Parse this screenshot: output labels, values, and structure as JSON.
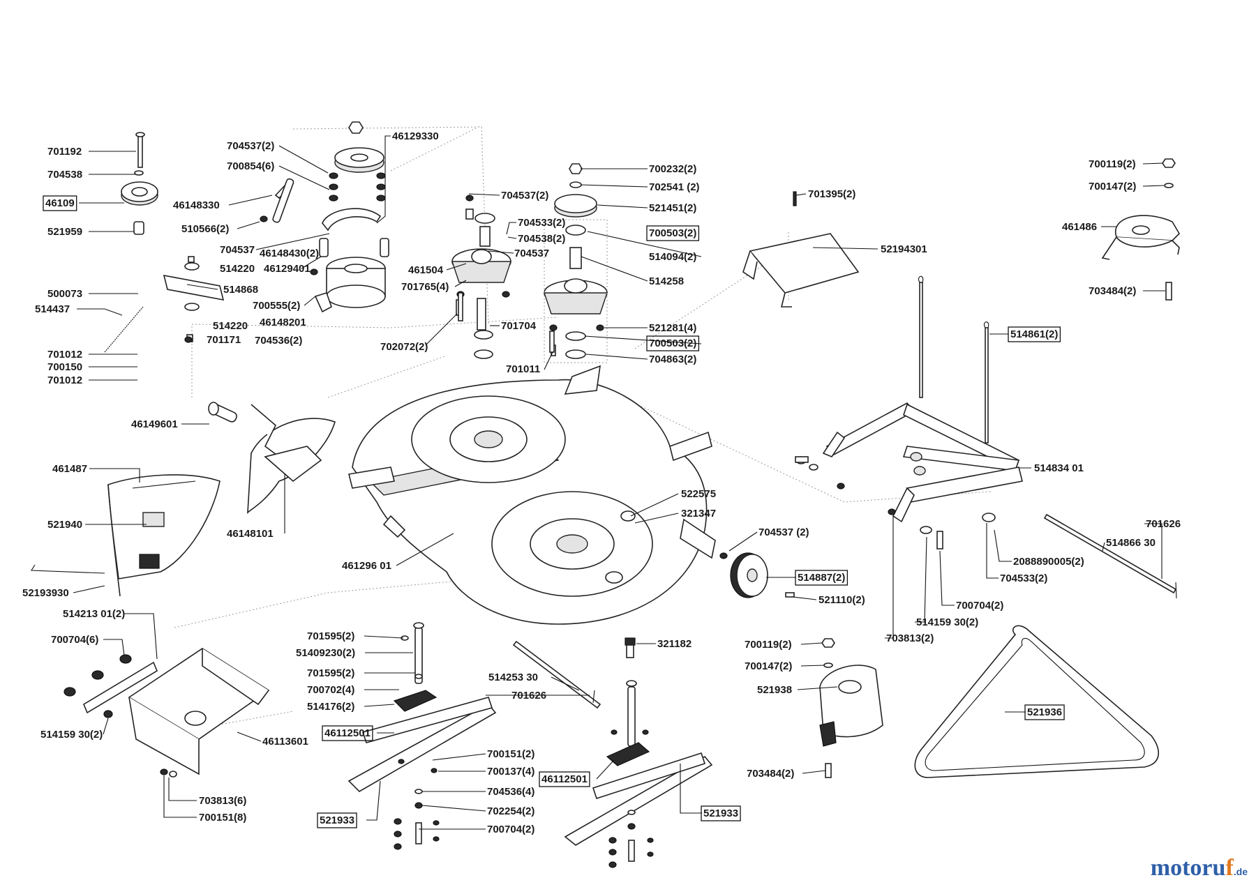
{
  "watermark": {
    "brand_main": "motoru",
    "brand_accent": "f",
    "brand_tld": ".de"
  },
  "labels": [
    {
      "id": "l1",
      "text": "701192",
      "boxed": false
    },
    {
      "id": "l2",
      "text": "704538",
      "boxed": false
    },
    {
      "id": "l3",
      "text": "46109",
      "boxed": true
    },
    {
      "id": "l4",
      "text": "521959",
      "boxed": false
    },
    {
      "id": "l5",
      "text": "500073",
      "boxed": false
    },
    {
      "id": "l6",
      "text": "514437",
      "boxed": false
    },
    {
      "id": "l7",
      "text": "701012",
      "boxed": false
    },
    {
      "id": "l8",
      "text": "700150",
      "boxed": false
    },
    {
      "id": "l9",
      "text": "701012",
      "boxed": false
    },
    {
      "id": "l10",
      "text": "704537(2)",
      "boxed": false
    },
    {
      "id": "l11",
      "text": "700854(6)",
      "boxed": false
    },
    {
      "id": "l12",
      "text": "46148330",
      "boxed": false
    },
    {
      "id": "l13",
      "text": "510566(2)",
      "boxed": false
    },
    {
      "id": "l14",
      "text": "704537",
      "boxed": false
    },
    {
      "id": "l15",
      "text": "514220",
      "boxed": false
    },
    {
      "id": "l16",
      "text": "46129401",
      "boxed": false
    },
    {
      "id": "l17",
      "text": "46148430(2)",
      "boxed": false
    },
    {
      "id": "l18",
      "text": "514868",
      "boxed": false
    },
    {
      "id": "l19",
      "text": "700555(2)",
      "boxed": false
    },
    {
      "id": "l20",
      "text": "46148201",
      "boxed": false
    },
    {
      "id": "l21",
      "text": "514220",
      "boxed": false
    },
    {
      "id": "l22",
      "text": "704536(2)",
      "boxed": false
    },
    {
      "id": "l23",
      "text": "701171",
      "boxed": false
    },
    {
      "id": "l24",
      "text": "46129330",
      "boxed": false
    },
    {
      "id": "l25",
      "text": "704537(2)",
      "boxed": false
    },
    {
      "id": "l26",
      "text": "704533(2)",
      "boxed": false
    },
    {
      "id": "l27",
      "text": "704538(2)",
      "boxed": false
    },
    {
      "id": "l28",
      "text": "704537",
      "boxed": false
    },
    {
      "id": "l29",
      "text": "461504",
      "boxed": false
    },
    {
      "id": "l30",
      "text": "701765(4)",
      "boxed": false
    },
    {
      "id": "l31",
      "text": "701704",
      "boxed": false
    },
    {
      "id": "l32",
      "text": "702072(2)",
      "boxed": false
    },
    {
      "id": "l33",
      "text": "701011",
      "boxed": false
    },
    {
      "id": "l34",
      "text": "700232(2)",
      "boxed": false
    },
    {
      "id": "l35",
      "text": "702541 (2)",
      "boxed": false
    },
    {
      "id": "l36",
      "text": "521451(2)",
      "boxed": false
    },
    {
      "id": "l37",
      "text": "700503(2)",
      "boxed": true
    },
    {
      "id": "l38",
      "text": "514094(2)",
      "boxed": false
    },
    {
      "id": "l39",
      "text": "514258",
      "boxed": false
    },
    {
      "id": "l40",
      "text": "521281(4)",
      "boxed": false
    },
    {
      "id": "l41",
      "text": "700503(2)",
      "boxed": true
    },
    {
      "id": "l42",
      "text": "704863(2)",
      "boxed": false
    },
    {
      "id": "l43",
      "text": "701395(2)",
      "boxed": false
    },
    {
      "id": "l44",
      "text": "52194301",
      "boxed": false
    },
    {
      "id": "l45",
      "text": "700119(2)",
      "boxed": false
    },
    {
      "id": "l46",
      "text": "700147(2)",
      "boxed": false
    },
    {
      "id": "l47",
      "text": "461486",
      "boxed": false
    },
    {
      "id": "l48",
      "text": "703484(2)",
      "boxed": false
    },
    {
      "id": "l49",
      "text": "514861(2)",
      "boxed": true
    },
    {
      "id": "l50",
      "text": "514834 01",
      "boxed": false
    },
    {
      "id": "l51",
      "text": "46149601",
      "boxed": false
    },
    {
      "id": "l52",
      "text": "461487",
      "boxed": false
    },
    {
      "id": "l53",
      "text": "521940",
      "boxed": false
    },
    {
      "id": "l54",
      "text": "46148101",
      "boxed": false
    },
    {
      "id": "l55",
      "text": "52193930",
      "boxed": false
    },
    {
      "id": "l56",
      "text": "522575",
      "boxed": false
    },
    {
      "id": "l57",
      "text": "321347",
      "boxed": false
    },
    {
      "id": "l58",
      "text": "704537 (2)",
      "boxed": false
    },
    {
      "id": "l59",
      "text": "461296 01",
      "boxed": false
    },
    {
      "id": "l60",
      "text": "514887(2)",
      "boxed": true
    },
    {
      "id": "l61",
      "text": "521110(2)",
      "boxed": false
    },
    {
      "id": "l62",
      "text": "701626",
      "boxed": false
    },
    {
      "id": "l63",
      "text": "514866 30",
      "boxed": false
    },
    {
      "id": "l64",
      "text": "2088890005(2)",
      "boxed": false
    },
    {
      "id": "l65",
      "text": "704533(2)",
      "boxed": false
    },
    {
      "id": "l66",
      "text": "700704(2)",
      "boxed": false
    },
    {
      "id": "l67",
      "text": "514159 30(2)",
      "boxed": false
    },
    {
      "id": "l68",
      "text": "703813(2)",
      "boxed": false
    },
    {
      "id": "l69",
      "text": "514213 01(2)",
      "boxed": false
    },
    {
      "id": "l70",
      "text": "700704(6)",
      "boxed": false
    },
    {
      "id": "l71",
      "text": "514159 30(2)",
      "boxed": false
    },
    {
      "id": "l72",
      "text": "46113601",
      "boxed": false
    },
    {
      "id": "l73",
      "text": "703813(6)",
      "boxed": false
    },
    {
      "id": "l74",
      "text": "700151(8)",
      "boxed": false
    },
    {
      "id": "l75",
      "text": "701595(2)",
      "boxed": false
    },
    {
      "id": "l76",
      "text": "51409230(2)",
      "boxed": false
    },
    {
      "id": "l77",
      "text": "701595(2)",
      "boxed": false
    },
    {
      "id": "l78",
      "text": "700702(4)",
      "boxed": false
    },
    {
      "id": "l79",
      "text": "514176(2)",
      "boxed": false
    },
    {
      "id": "l80",
      "text": "46112501",
      "boxed": true
    },
    {
      "id": "l81",
      "text": "521933",
      "boxed": true
    },
    {
      "id": "l82",
      "text": "321182",
      "boxed": false
    },
    {
      "id": "l83",
      "text": "514253 30",
      "boxed": false
    },
    {
      "id": "l84",
      "text": "701626",
      "boxed": false
    },
    {
      "id": "l85",
      "text": "700151(2)",
      "boxed": false
    },
    {
      "id": "l86",
      "text": "700137(4)",
      "boxed": false
    },
    {
      "id": "l87",
      "text": "704536(4)",
      "boxed": false
    },
    {
      "id": "l88",
      "text": "702254(2)",
      "boxed": false
    },
    {
      "id": "l89",
      "text": "700704(2)",
      "boxed": false
    },
    {
      "id": "l90",
      "text": "46112501",
      "boxed": true
    },
    {
      "id": "l91",
      "text": "521933",
      "boxed": true
    },
    {
      "id": "l92",
      "text": "700119(2)",
      "boxed": false
    },
    {
      "id": "l93",
      "text": "700147(2)",
      "boxed": false
    },
    {
      "id": "l94",
      "text": "521938",
      "boxed": false
    },
    {
      "id": "l95",
      "text": "703484(2)",
      "boxed": false
    },
    {
      "id": "l96",
      "text": "521936",
      "boxed": true
    }
  ]
}
